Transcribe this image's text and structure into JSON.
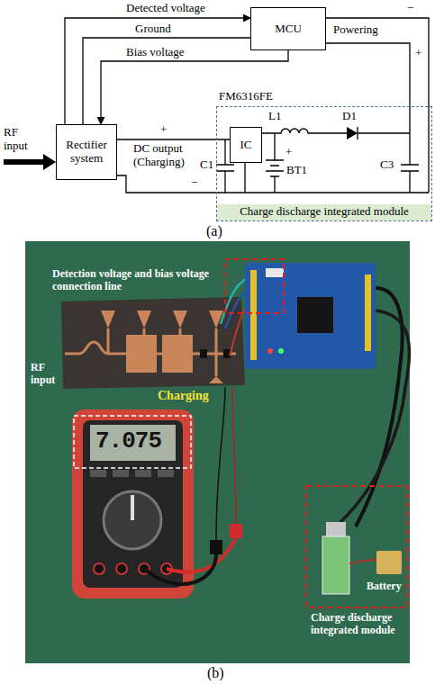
{
  "diagram": {
    "nodes": [
      {
        "text": [
          "MCU"
        ]
      },
      {
        "text": [
          "Rectifier system"
        ]
      },
      {
        "text": [
          "Charge discharge integrated module"
        ]
      },
      {
        "text": [
          "IC"
        ],
        "in": 2
      }
    ],
    "edges": [
      {
        "from": 1,
        "to": 0,
        "label": "Detected voltage",
        "arrow": "to"
      },
      {
        "from": 0,
        "to": 1,
        "label": "Ground",
        "arrow": "none"
      },
      {
        "from": 0,
        "to": 1,
        "label": "Bias voltage",
        "arrow": "to"
      },
      {
        "from": 1,
        "to": 3,
        "label": "DC output (Charging)",
        "arrow": "none"
      },
      {
        "from": 2,
        "to": 0,
        "label": "Powering",
        "arrow": "none"
      }
    ],
    "labels": [
      "RF input",
      "+",
      "−",
      "FM6316FE",
      "L1",
      "D1",
      "BT1",
      "C1",
      "C3",
      "+",
      "−",
      "+",
      "(a)",
      "Detection voltage and bias voltage connection line",
      "RF input",
      "Charging",
      "7.075",
      "Battery",
      "Charge discharge integrated module",
      "(b)"
    ]
  }
}
